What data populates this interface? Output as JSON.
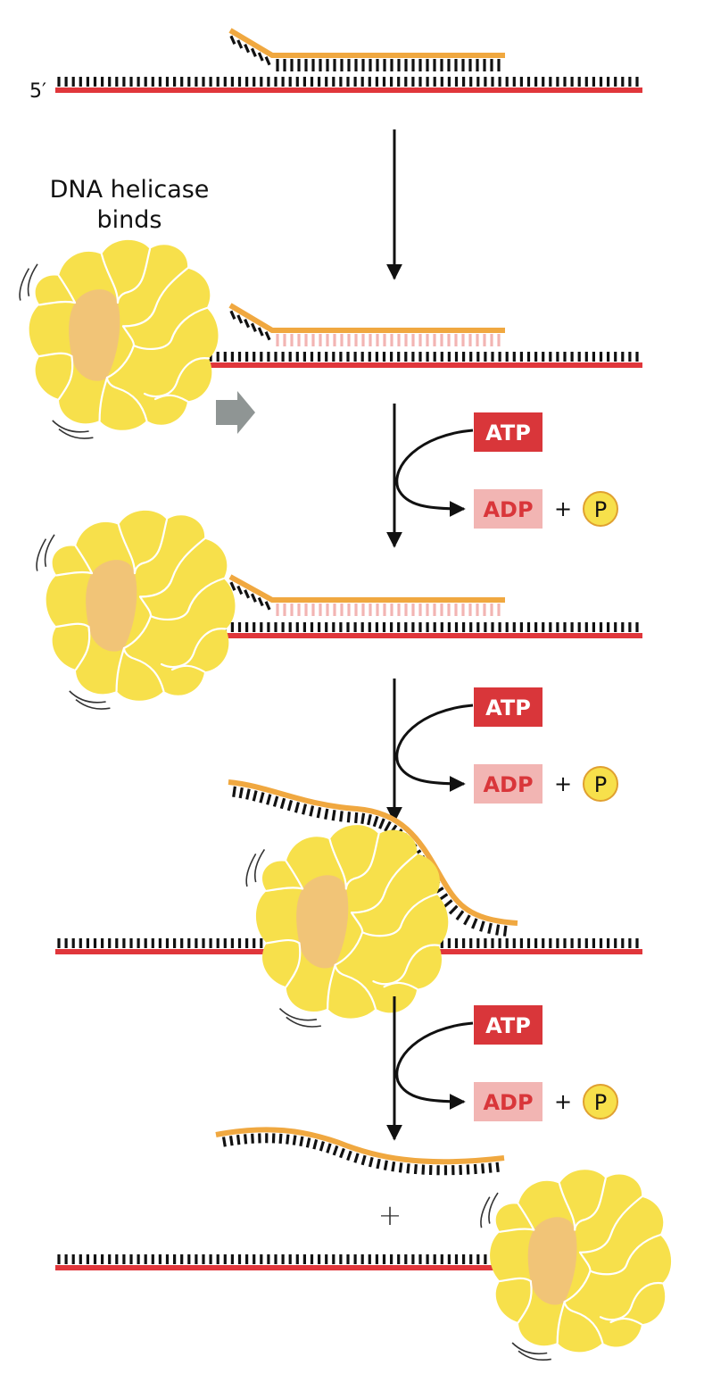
{
  "labels": {
    "five_prime": "5′",
    "helicase_binds_line1": "DNA helicase",
    "helicase_binds_line2": "binds",
    "plus": "+"
  },
  "steps": [
    {
      "atp": "ATP",
      "adp": "ADP",
      "plus": "+",
      "phosphate": "P"
    },
    {
      "atp": "ATP",
      "adp": "ADP",
      "plus": "+",
      "phosphate": "P"
    },
    {
      "atp": "ATP",
      "adp": "ADP",
      "plus": "+",
      "phosphate": "P"
    }
  ],
  "colors": {
    "template_strand": "#e0363b",
    "primer_strand": "#f0a840",
    "helicase": "#f7e04b",
    "helicase_core": "#f1c477",
    "atp_box": "#d9363a",
    "adp_box": "#f2b5b3",
    "adp_text": "#d9363a",
    "phosphate": "#f7e04b",
    "push_arrow": "#8f9594",
    "bases": "#111111"
  }
}
